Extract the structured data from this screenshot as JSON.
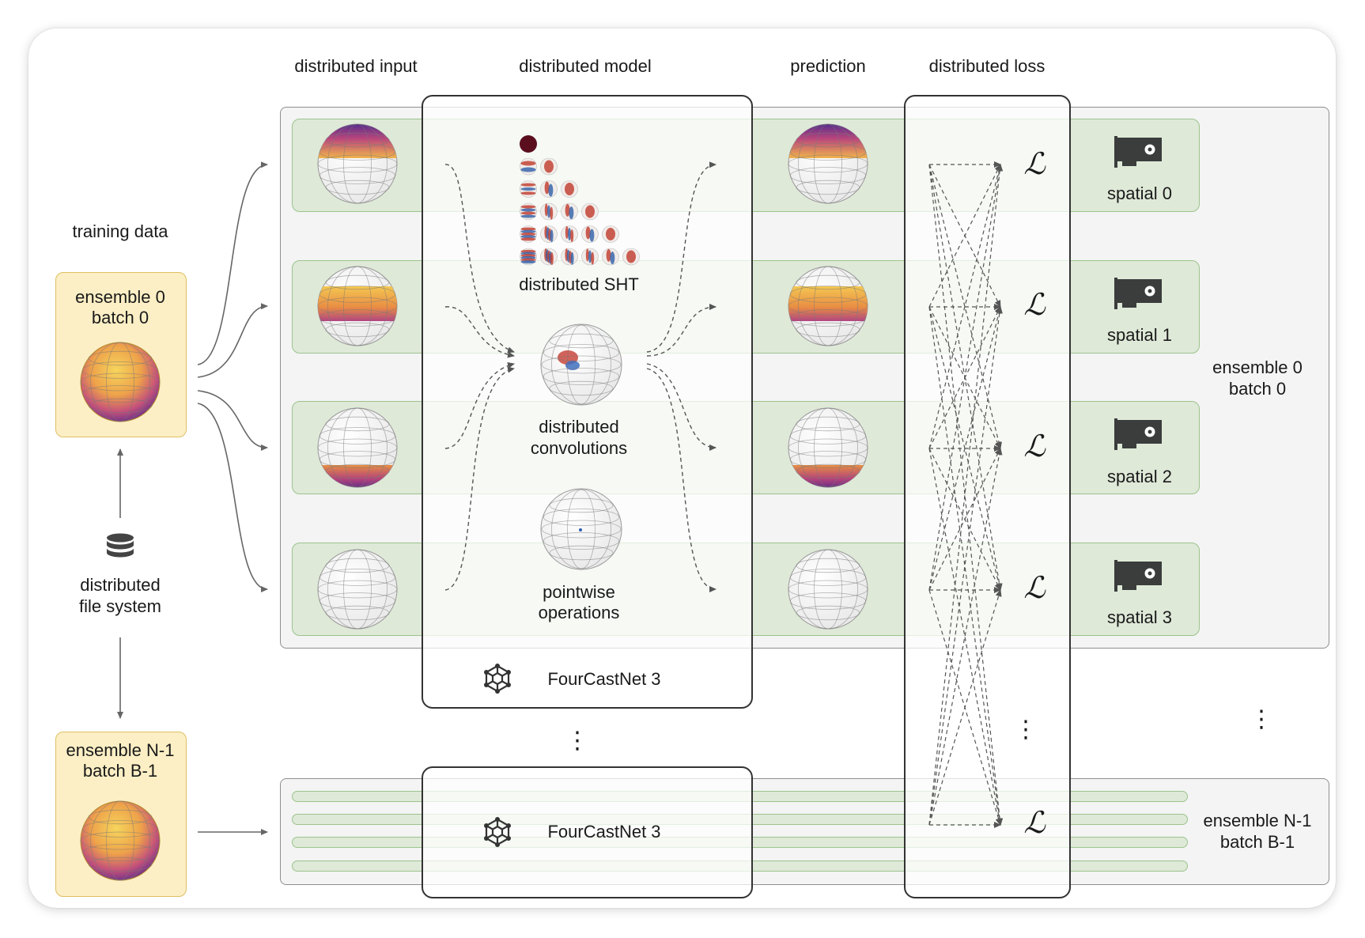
{
  "headers": {
    "distributed_input": "distributed input",
    "distributed_model": "distributed model",
    "prediction": "prediction",
    "distributed_loss": "distributed loss"
  },
  "left": {
    "training_data": "training data",
    "first_batch": {
      "line1": "ensemble 0",
      "line2": "batch 0"
    },
    "last_batch": {
      "line1": "ensemble N-1",
      "line2": "batch B-1"
    },
    "file_system": {
      "line1": "distributed",
      "line2": "file system"
    }
  },
  "model": {
    "sht": "distributed SHT",
    "conv": {
      "line1": "distributed",
      "line2": "convolutions"
    },
    "pointwise": {
      "line1": "pointwise",
      "line2": "operations"
    },
    "name_top": "FourCastNet 3",
    "name_bottom": "FourCastNet 3"
  },
  "loss_symbol": "ℒ",
  "spatial_labels": [
    "spatial 0",
    "spatial 1",
    "spatial 2",
    "spatial 3"
  ],
  "right": {
    "group0": {
      "line1": "ensemble 0",
      "line2": "batch 0"
    },
    "groupN": {
      "line1": "ensemble N-1",
      "line2": "batch B-1"
    }
  },
  "ellipsis": "⋮",
  "colors": {
    "panel_bg": "#f3f4f3",
    "row_green": "#dfe9d8",
    "row_border": "#9cc38e",
    "data_box": "#fcefc5",
    "data_border": "#dfbf64",
    "gpu": "#3a3d3c"
  },
  "icons": [
    "database-icon",
    "gpu-icon",
    "network-icon",
    "globe-icon"
  ]
}
